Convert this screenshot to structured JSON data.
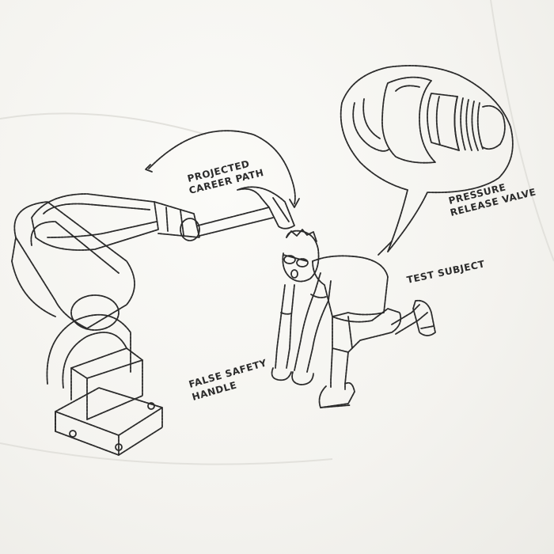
{
  "labels": {
    "projected_line1": "PROJECTED",
    "projected_line2": "CAREER PATH",
    "pressure_line1": "PRESSURE",
    "pressure_line2": "RELEASE VALVE",
    "test_subject": "TEST SUBJECT",
    "safety_line1": "FALSE SAFETY",
    "safety_line2": "HANDLE"
  },
  "colors": {
    "fabric": "#f6f5f1",
    "thread": "#2b2b2b"
  }
}
